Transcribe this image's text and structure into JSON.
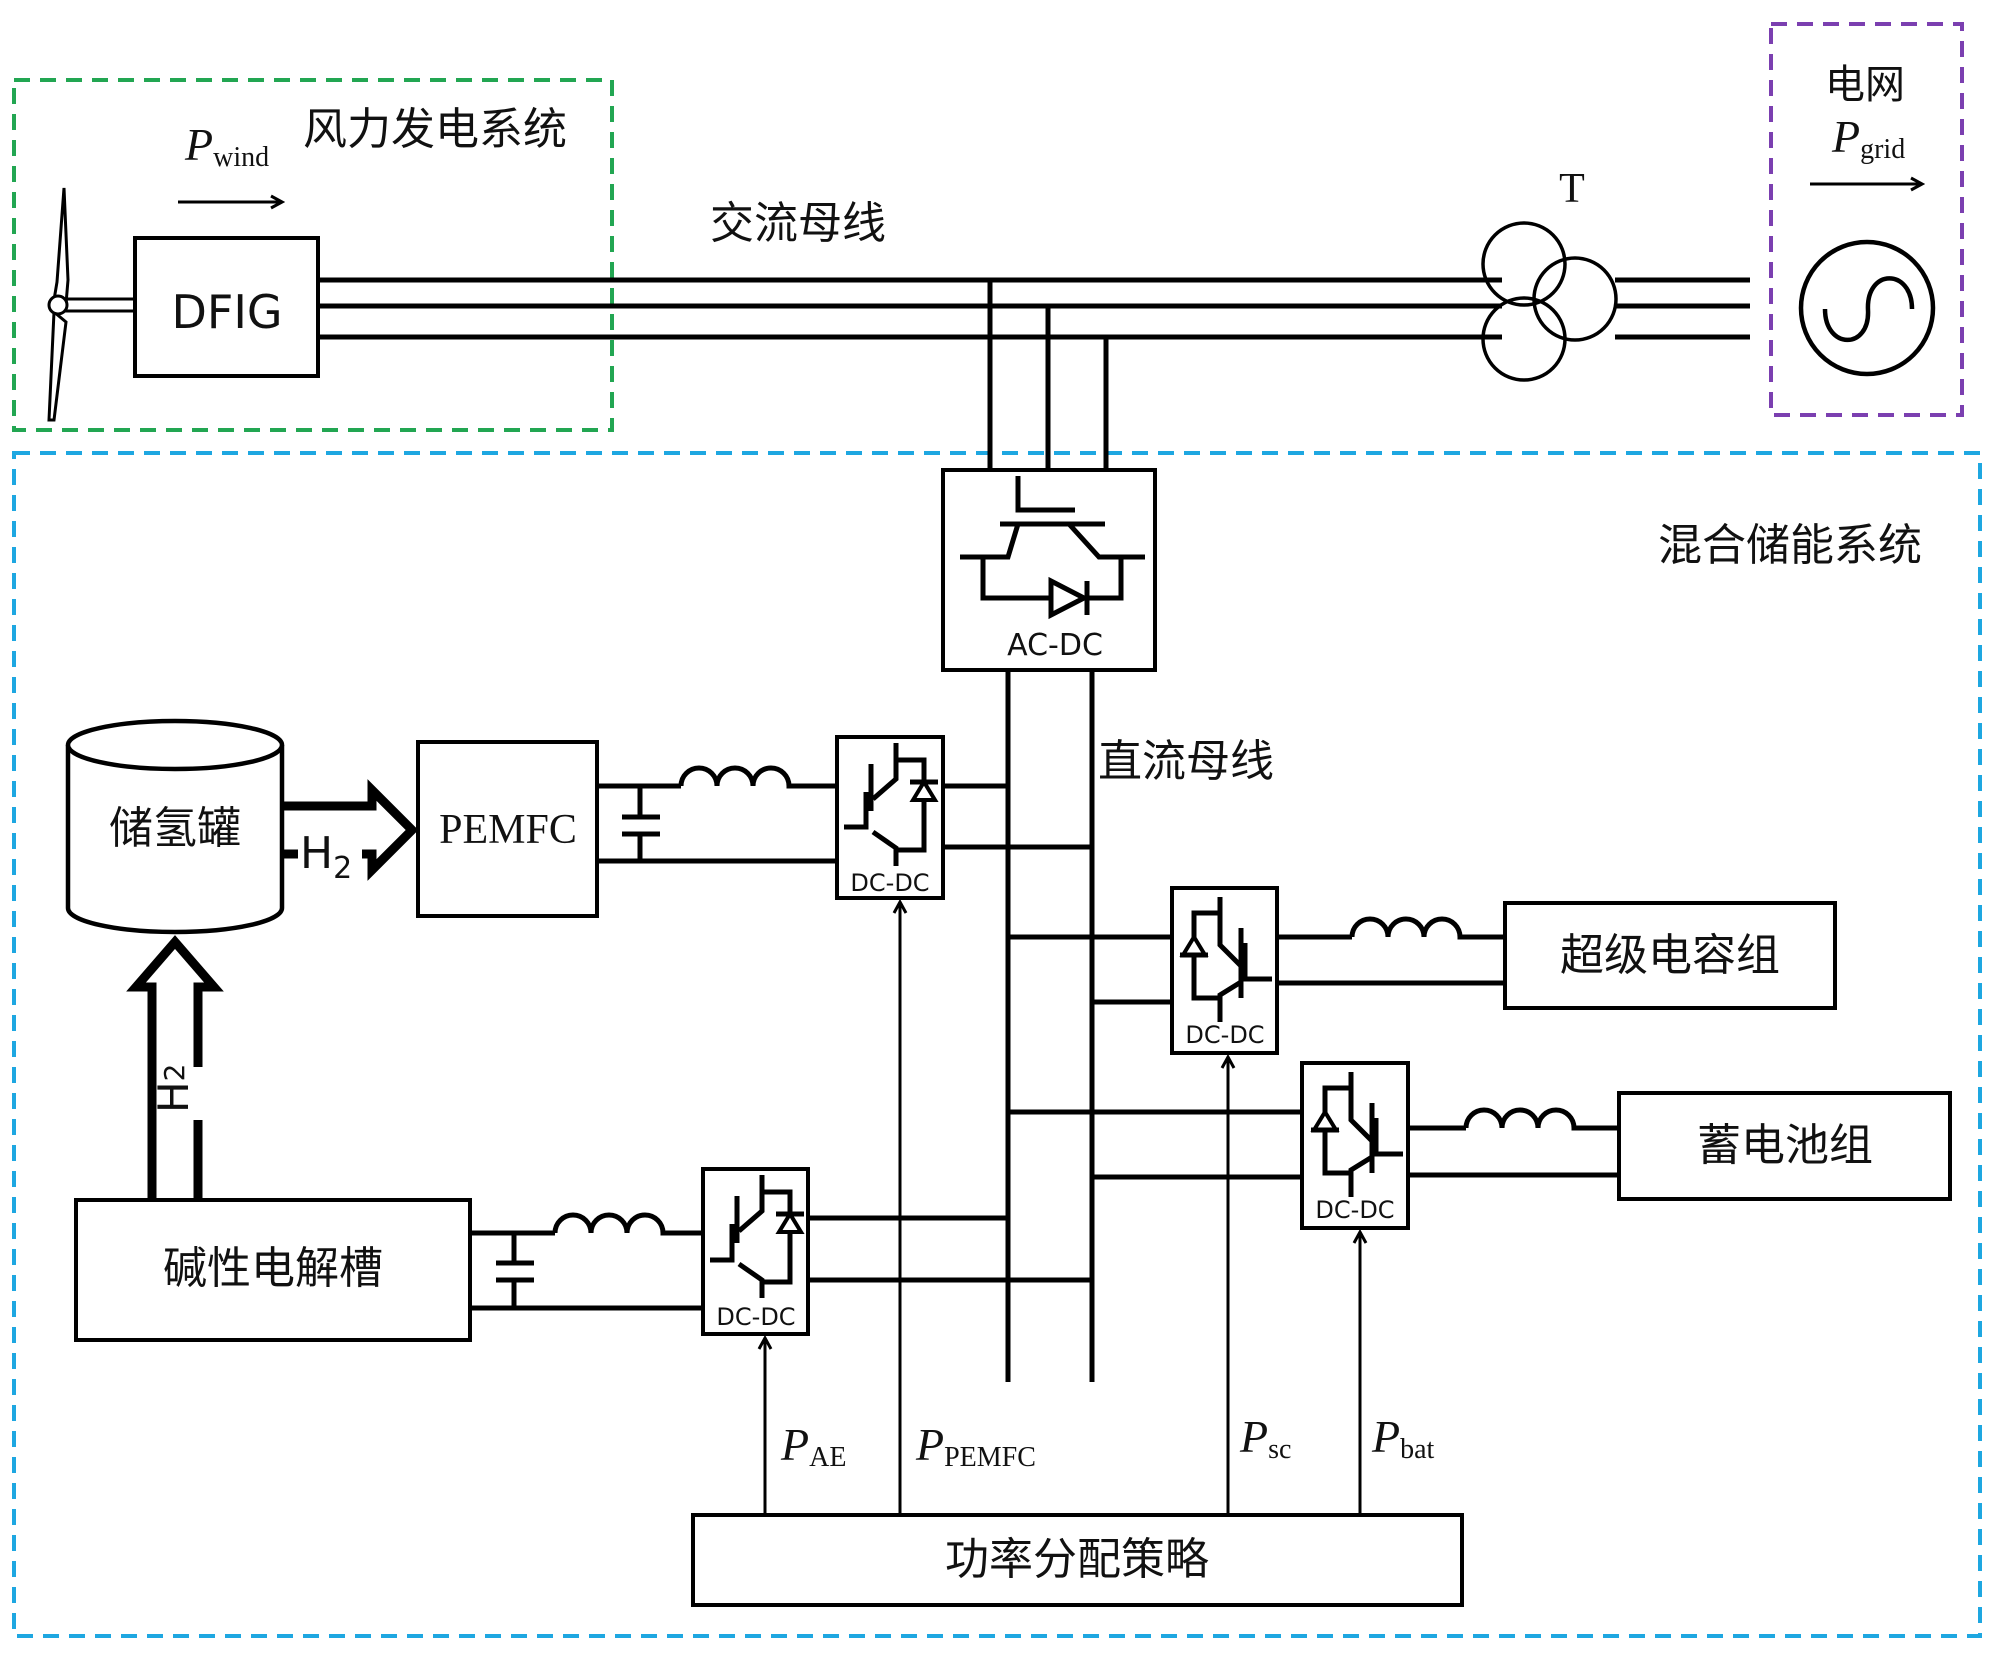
{
  "title": "风电-混合储能系统结构图",
  "colors": {
    "wind_region": "#22a652",
    "grid_region": "#7b3fb0",
    "storage_region": "#1ea7e1",
    "line": "#000000"
  },
  "regions": {
    "wind": {
      "label": "风力发电系统"
    },
    "grid": {
      "label": "电网"
    },
    "storage": {
      "label": "混合储能系统"
    }
  },
  "power_labels": {
    "wind": {
      "main": "P",
      "sub": "wind"
    },
    "grid": {
      "main": "P",
      "sub": "grid"
    },
    "ae": {
      "main": "P",
      "sub": "AE"
    },
    "pemfc": {
      "main": "P",
      "sub": "PEMFC"
    },
    "sc": {
      "main": "P",
      "sub": "sc"
    },
    "bat": {
      "main": "P",
      "sub": "bat"
    }
  },
  "components": {
    "dfig": "DFIG",
    "transformer": "T",
    "ac_bus": "交流母线",
    "dc_bus": "直流母线",
    "ac_dc": "AC-DC",
    "dc_dc": "DC-DC",
    "h2_tank": "储氢罐",
    "pemfc": "PEMFC",
    "h2": {
      "main": "H",
      "sub": "2"
    },
    "supercap": "超级电容组",
    "battery": "蓄电池组",
    "electrolyzer": "碱性电解槽",
    "strategy": "功率分配策略"
  }
}
